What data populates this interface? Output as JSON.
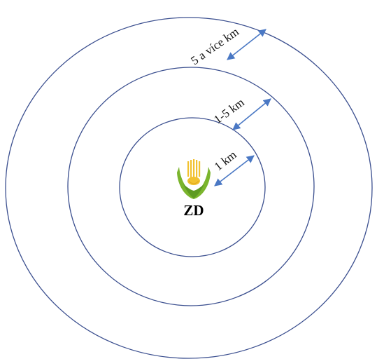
{
  "diagram": {
    "center_label": "ZD",
    "zones": [
      {
        "label": "1 km"
      },
      {
        "label": "1-5 km"
      },
      {
        "label": "5 a více km"
      }
    ],
    "colors": {
      "ring": "#3b4f8f",
      "arrow": "#4a78c4",
      "logo_green": "#7bb52d",
      "logo_wheat": "#f2c230"
    },
    "icons": {
      "center_logo": "wheat-logo-icon",
      "distance_marker": "double-arrow-icon"
    }
  }
}
